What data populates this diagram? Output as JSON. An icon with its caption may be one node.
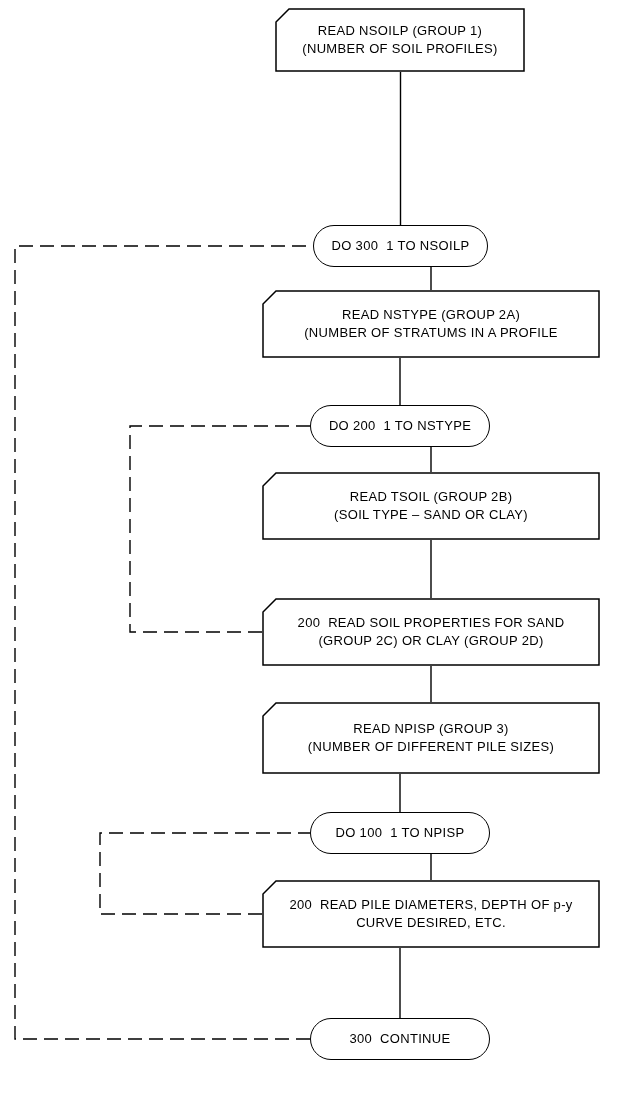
{
  "diagram": {
    "nodes": [
      {
        "text": [
          "READ NSOILP (GROUP 1)",
          "(NUMBER OF SOIL PROFILES)"
        ]
      },
      {
        "text": [
          "DO 300  1 TO NSOILP"
        ]
      },
      {
        "text": [
          "READ NSTYPE (GROUP 2A)",
          "(NUMBER OF STRATUMS IN A PROFILE"
        ]
      },
      {
        "text": [
          "DO 200  1 TO NSTYPE"
        ]
      },
      {
        "text": [
          "READ TSOIL (GROUP 2B)",
          "(SOIL TYPE – SAND OR CLAY)"
        ]
      },
      {
        "text": [
          "200  READ SOIL PROPERTIES FOR SAND (GROUP 2C) OR CLAY (GROUP 2D)"
        ]
      },
      {
        "text": [
          "READ NPISP (GROUP 3)",
          "(NUMBER OF DIFFERENT PILE SIZES)"
        ]
      },
      {
        "text": [
          "DO 100  1 TO NPISP"
        ]
      },
      {
        "text": [
          "200  READ PILE DIAMETERS, DEPTH OF p-y CURVE DESIRED, ETC."
        ]
      },
      {
        "text": [
          "300  CONTINUE"
        ]
      }
    ],
    "edges": [
      {
        "from": 0,
        "to": 1,
        "arrow": "none"
      },
      {
        "from": 1,
        "to": 2,
        "arrow": "none"
      },
      {
        "from": 2,
        "to": 3,
        "arrow": "none"
      },
      {
        "from": 3,
        "to": 4,
        "arrow": "none"
      },
      {
        "from": 4,
        "to": 5,
        "arrow": "none"
      },
      {
        "from": 5,
        "to": 6,
        "arrow": "none"
      },
      {
        "from": 6,
        "to": 7,
        "arrow": "none"
      },
      {
        "from": 7,
        "to": 8,
        "arrow": "none"
      },
      {
        "from": 8,
        "to": 9,
        "arrow": "none"
      },
      {
        "from": 5,
        "to": 3,
        "arrow": "none",
        "style": "dashed"
      },
      {
        "from": 8,
        "to": 7,
        "arrow": "none",
        "style": "dashed"
      },
      {
        "from": 9,
        "to": 1,
        "arrow": "none",
        "style": "dashed"
      }
    ]
  }
}
